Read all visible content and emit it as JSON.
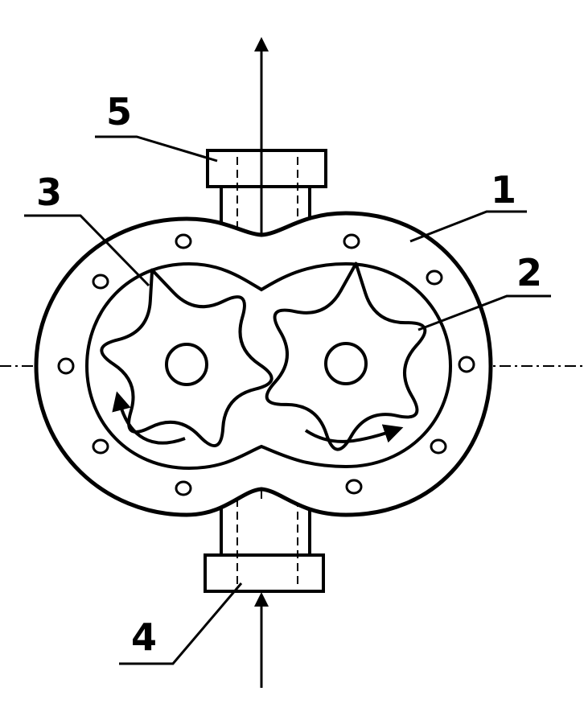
{
  "figure": {
    "ink_color": "#000000",
    "background_color": "#ffffff",
    "labels": [
      "1",
      "2",
      "3",
      "4",
      "5"
    ]
  }
}
